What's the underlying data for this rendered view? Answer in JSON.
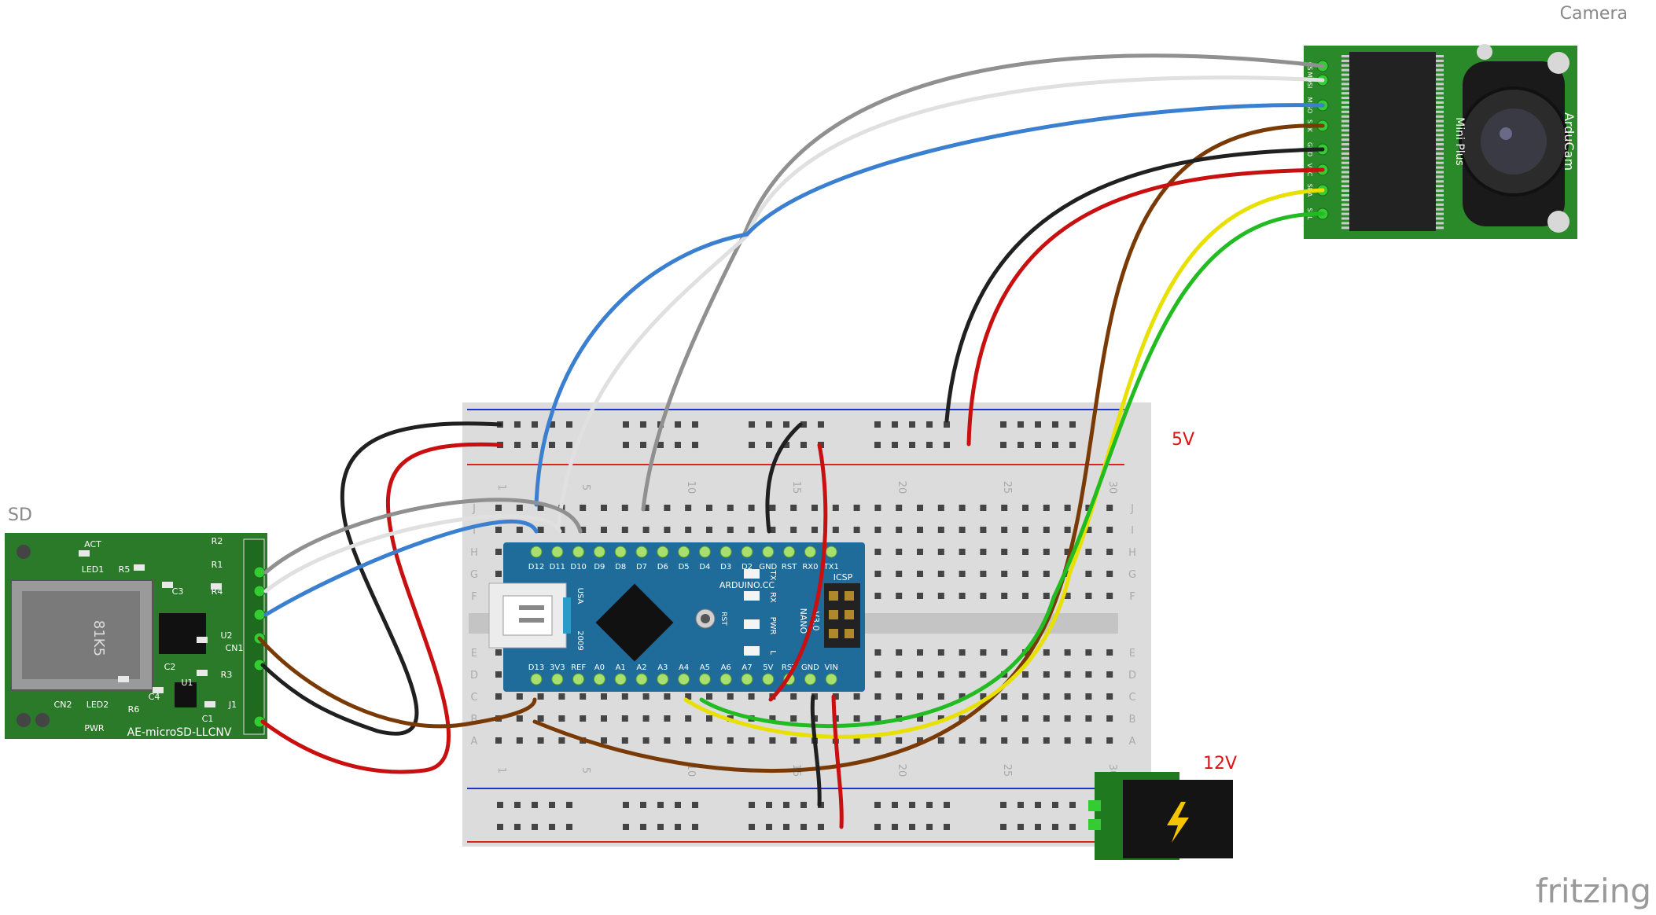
{
  "labels": {
    "camera": "Camera",
    "sd": "SD",
    "v5": "5V",
    "v12": "12V",
    "brand": "fritzing"
  },
  "sd_module": {
    "title": "AE-microSD-LLCNV",
    "parts": [
      "ACT",
      "LED1",
      "R5",
      "R2",
      "R1",
      "R4",
      "C3",
      "U2",
      "CN1",
      "C2",
      "U1",
      "C4",
      "R3",
      "R6",
      "C1",
      "LED2",
      "PWR",
      "CN2",
      "J1"
    ],
    "card_text": "81K5"
  },
  "nano": {
    "top_pins": [
      "D12",
      "D11",
      "D10",
      "D9",
      "D8",
      "D7",
      "D6",
      "D5",
      "D4",
      "D3",
      "D2",
      "GND",
      "RST",
      "RX0",
      "TX1"
    ],
    "bottom_pins": [
      "D13",
      "3V3",
      "REF",
      "A0",
      "A1",
      "A2",
      "A3",
      "A4",
      "A5",
      "A6",
      "A7",
      "5V",
      "RST",
      "GND",
      "VIN"
    ],
    "brand": "ARDUINO.CC",
    "model": "NANO",
    "version": "V3.0",
    "leds": [
      "TX",
      "RX",
      "PWR",
      "L"
    ],
    "icsp": "ICSP",
    "usb": "USA",
    "year": "2009",
    "rst": "RST"
  },
  "breadboard": {
    "row_letters_top": [
      "J",
      "I",
      "H",
      "G",
      "F"
    ],
    "row_letters_bottom": [
      "E",
      "D",
      "C",
      "B",
      "A"
    ],
    "column_numbers": [
      "1",
      "5",
      "10",
      "15",
      "20",
      "25",
      "30"
    ]
  },
  "camera_module": {
    "brand": "ArduCam",
    "model": "Mini Plus",
    "pin_labels": [
      "CS",
      "MOSI",
      "MISO",
      "SCK",
      "GND",
      "VCC",
      "SDA",
      "SCL"
    ]
  },
  "colors": {
    "gray": "#909090",
    "white": "#e0e0e0",
    "blue": "#3a7fd0",
    "brown": "#7a3a05",
    "black": "#202020",
    "red": "#c81010",
    "yellow": "#e8e000",
    "green": "#22bb22",
    "pcb_green": "#2a7a2a",
    "nano_blue": "#1f6b9a"
  }
}
